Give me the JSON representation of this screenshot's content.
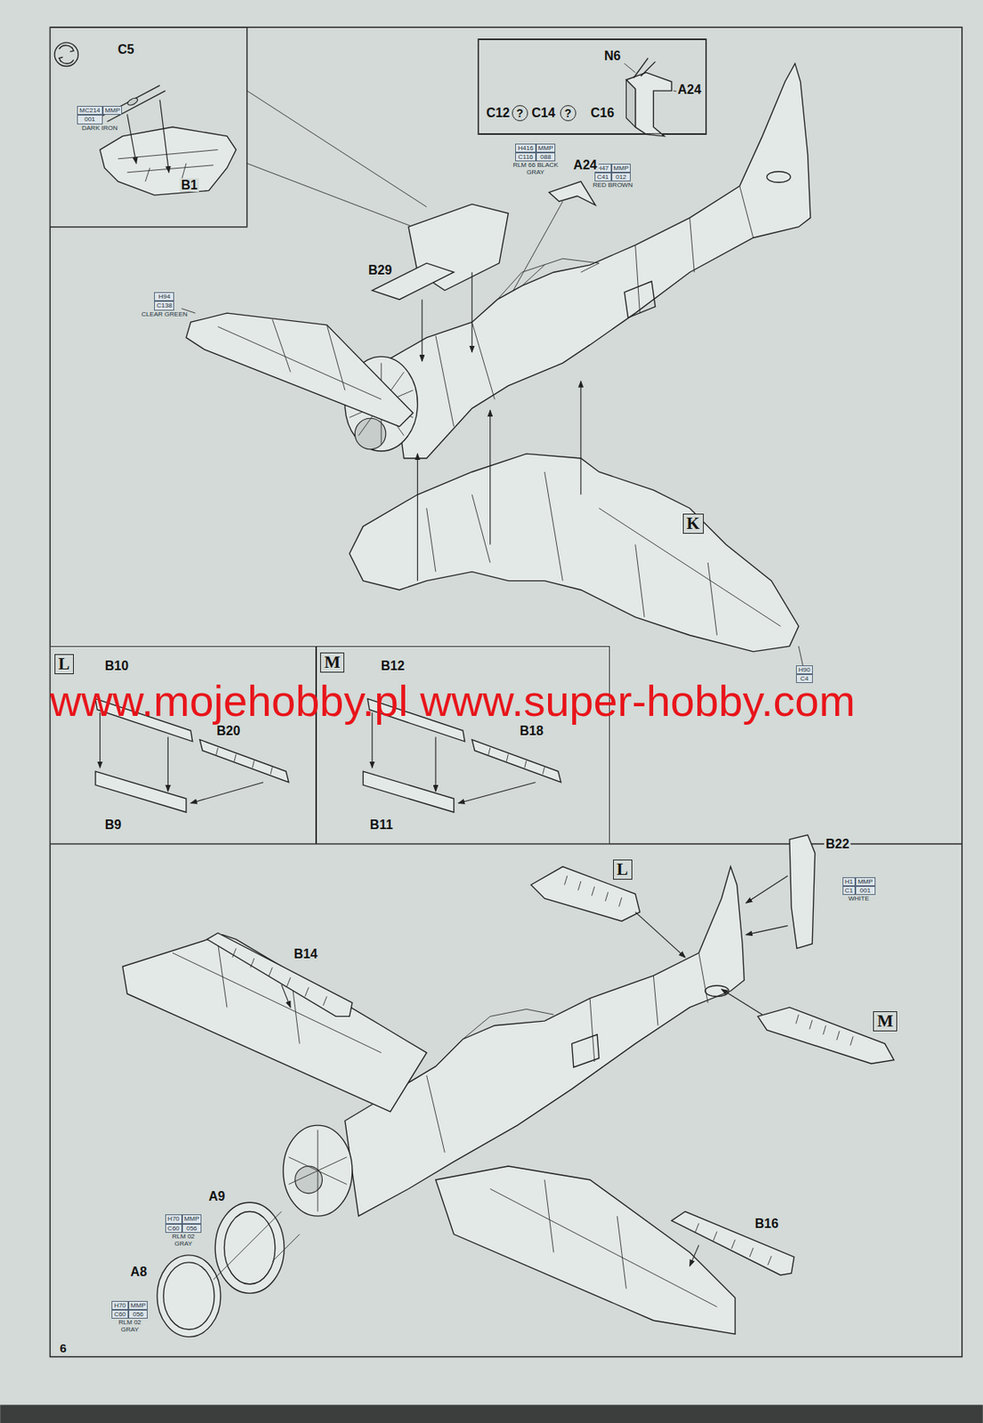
{
  "diagram": {
    "nodes": [
      {
        "text": [
          "C5",
          "B1"
        ]
      },
      {
        "text": [
          "MC214",
          "MMP",
          "001",
          "DARK IRON"
        ],
        "in": 0
      },
      {
        "text": [
          "N6",
          "A24",
          "C12",
          "?",
          "C14",
          "?",
          "C16"
        ]
      },
      {
        "text": [
          "H416",
          "MMP",
          "C116",
          "088",
          "RLM 66 BLACK GRAY"
        ]
      },
      {
        "text": [
          "H47",
          "MMP",
          "C41",
          "012",
          "RED BROWN"
        ]
      },
      {
        "text": [
          "H94",
          "C138",
          "CLEAR GREEN"
        ]
      },
      {
        "text": [
          "K"
        ]
      },
      {
        "text": [
          "H90",
          "C4"
        ]
      },
      {
        "text": [
          "L",
          "B10",
          "B20",
          "B9"
        ]
      },
      {
        "text": [
          "M",
          "B12",
          "B18",
          "B11"
        ]
      },
      {
        "text": [
          "L"
        ]
      },
      {
        "text": [
          "H1",
          "MMP",
          "C1",
          "001",
          "WHITE"
        ]
      },
      {
        "text": [
          "M"
        ]
      },
      {
        "text": [
          "H70",
          "MMP",
          "C60",
          "056",
          "RLM 02 GRAY"
        ]
      },
      {
        "text": [
          "H70",
          "MMP",
          "C60",
          "056",
          "RLM 02 GRAY"
        ]
      }
    ],
    "labels": [
      "A24",
      "B29",
      "B22",
      "B14",
      "A9",
      "A8",
      "B16",
      "www.mojehobby.pl www.super-hobby.com",
      "6"
    ]
  }
}
